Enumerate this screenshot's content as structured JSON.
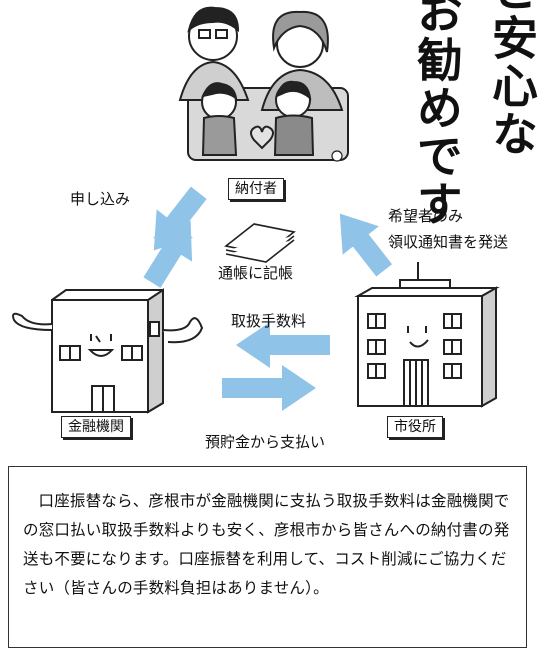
{
  "headline": {
    "col1": "と安心な",
    "col2": "お勧めです"
  },
  "nodes": {
    "payer": "納付者",
    "bank": "金融機関",
    "city": "市役所"
  },
  "flows": {
    "apply": "申し込み",
    "passbook": "通帳に記帳",
    "notice_line1": "希望者のみ",
    "notice_line2": "領収通知書を発送",
    "fee": "取扱手数料",
    "payment": "預貯金から支払い"
  },
  "note": {
    "text": "口座振替なら、彦根市が金融機関に支払う取扱手数料は金融機関での窓口払い取扱手数料よりも安く、彦根市から皆さんへの納付書の発送も不要になります。口座振替を利用して、コスト削減にご協力ください（皆さんの手数料負担はありません）。"
  },
  "colors": {
    "arrow": "#8fc3e8",
    "line": "#222222"
  }
}
